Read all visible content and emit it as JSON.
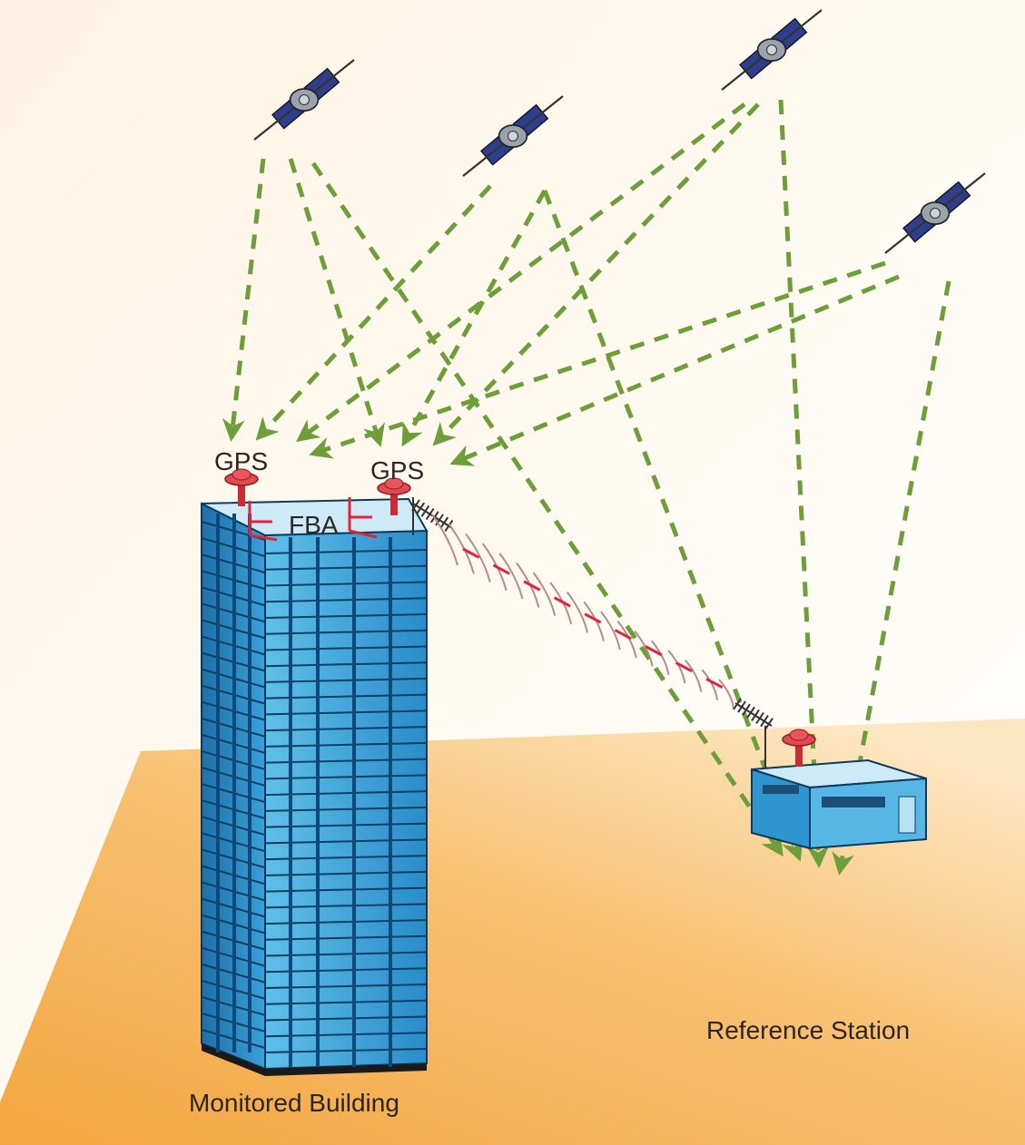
{
  "labels": {
    "gps_left": "GPS",
    "gps_right": "GPS",
    "fba": "FBA",
    "monitored_building": "Monitored Building",
    "reference_station": "Reference Station"
  },
  "colors": {
    "signal_line": "#6e9e3a",
    "ground": "#f6b65a",
    "building_glass": "#3ea6d8",
    "antenna": "#d9343f",
    "radio_link": "#c24b4b"
  },
  "icons": [
    "satellite-icon",
    "gps-antenna-icon",
    "radio-antenna-icon",
    "building-icon",
    "station-icon"
  ]
}
